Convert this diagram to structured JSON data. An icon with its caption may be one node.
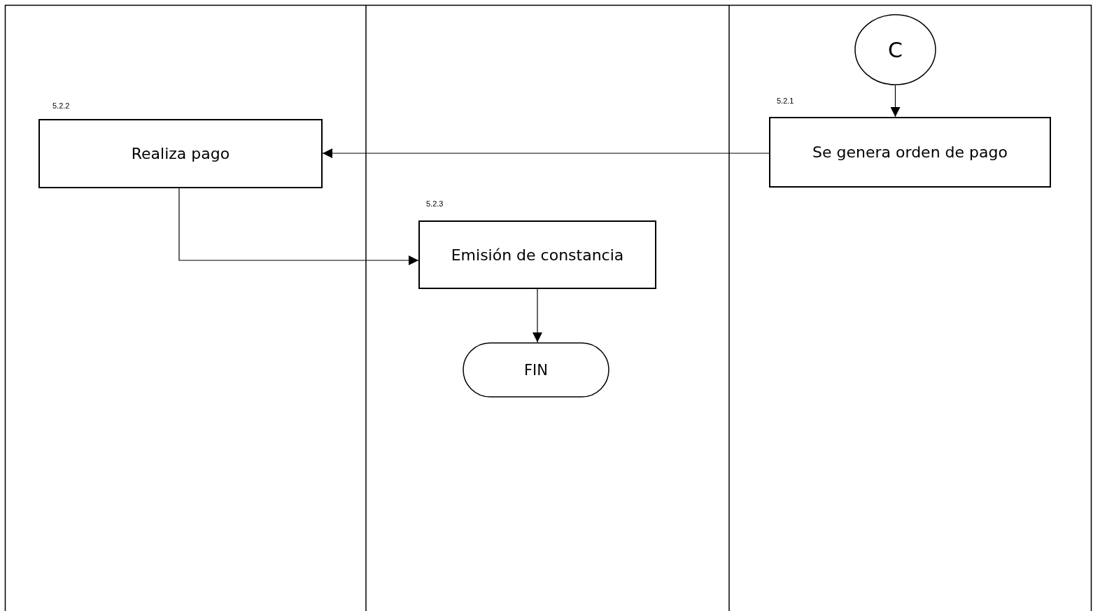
{
  "diagram": {
    "nodes": [
      {
        "text": [
          "C"
        ]
      },
      {
        "text": [
          "Se genera orden de pago"
        ],
        "beside": [
          "5.2.1"
        ]
      },
      {
        "text": [
          "Realiza pago"
        ],
        "beside": [
          "5.2.2"
        ]
      },
      {
        "text": [
          "Emisión de constancia"
        ],
        "beside": [
          "5.2.3"
        ]
      },
      {
        "text": [
          "FIN"
        ]
      }
    ],
    "edges": [
      {
        "from": 0,
        "to": 1,
        "arrow": "to"
      },
      {
        "from": 1,
        "to": 2,
        "arrow": "to"
      },
      {
        "from": 2,
        "to": 3,
        "arrow": "to"
      },
      {
        "from": 3,
        "to": 4,
        "arrow": "to"
      }
    ]
  }
}
